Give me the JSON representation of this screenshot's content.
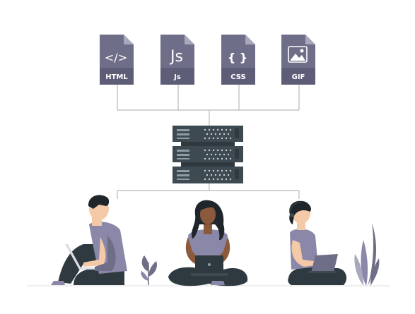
{
  "colors": {
    "file": "#6e6e88",
    "file_fold": "#a8a8bc",
    "file_band": "#5d5d78",
    "server": "#3d4a52",
    "server_dark": "#2f3a40",
    "line": "#b9b9b9",
    "shirt": "#8a87a8",
    "pants": "#2f3a40",
    "skin_light": "#f4c9a8",
    "skin_dark": "#8b5a3c",
    "hair": "#1f262b",
    "plant": "#6e6e88"
  },
  "files": [
    {
      "icon": "code-icon",
      "glyph": "</>",
      "label": "HTML"
    },
    {
      "icon": "js-icon",
      "glyph": "Js",
      "label": "Js"
    },
    {
      "icon": "braces-icon",
      "glyph": "{ }",
      "label": "CSS"
    },
    {
      "icon": "image-icon",
      "glyph": "",
      "label": "GIF"
    }
  ]
}
